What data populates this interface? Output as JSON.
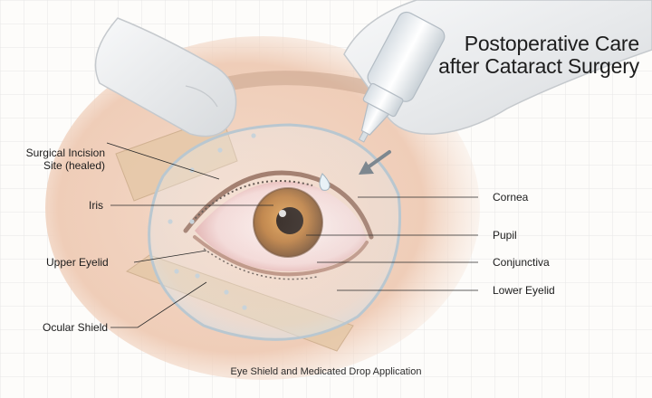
{
  "title": {
    "line1": "Postoperative Care",
    "line2": "after Cataract Surgery"
  },
  "labels": {
    "surgical_incision_line1": "Surgical Incision",
    "surgical_incision_line2": "Site (healed)",
    "iris": "Iris",
    "upper_eyelid": "Upper Eyelid",
    "ocular_shield": "Ocular Shield",
    "cornea": "Cornea",
    "pupil": "Pupil",
    "conjunctiva": "Conjunctiva",
    "lower_eyelid": "Lower Eyelid"
  },
  "caption": "Eye Shield and Medicated Drop Application",
  "colors": {
    "skin": "#f2d6c4",
    "iris": "#b5702c",
    "pupil": "#1a0e08",
    "shield": "#dfe7ec",
    "tape": "#e6c9a9",
    "glove": "#eceef0",
    "grid": "#e4e4e4"
  }
}
